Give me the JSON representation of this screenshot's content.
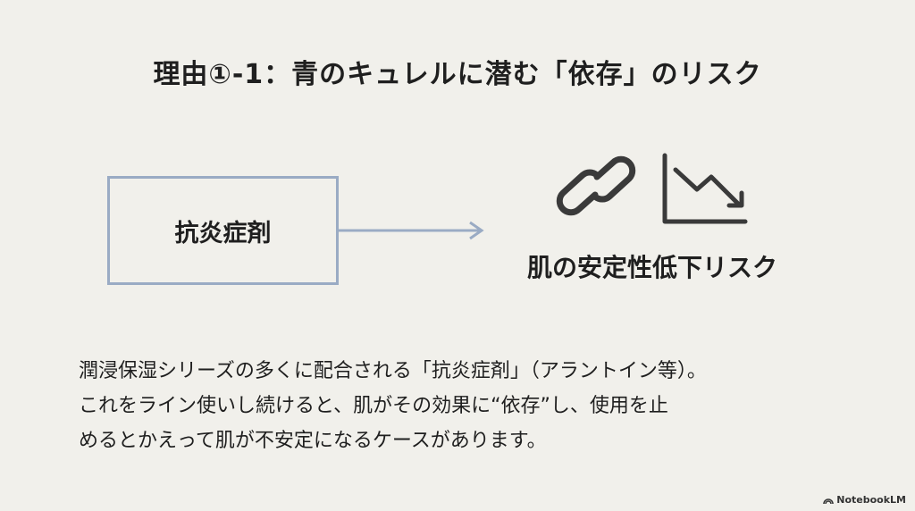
{
  "slide": {
    "title": "理由①-1：青のキュレルに潜む「依存」のリスク",
    "box_label": "抗炎症剤",
    "risk_label": "肌の安定性低下リスク",
    "body_lines": [
      "潤浸保湿シリーズの多くに配合される「抗炎症剤」（アラントイン等）。",
      "これをライン使いし続けると、肌がその効果に“依存”し、使用を止",
      "めるとかえって肌が不安定になるケースがあります。"
    ],
    "brand": "NotebookLM"
  },
  "colors": {
    "background": "#f1f0eb",
    "box_border": "#9aabc4",
    "icon": "#3a3a3a"
  }
}
